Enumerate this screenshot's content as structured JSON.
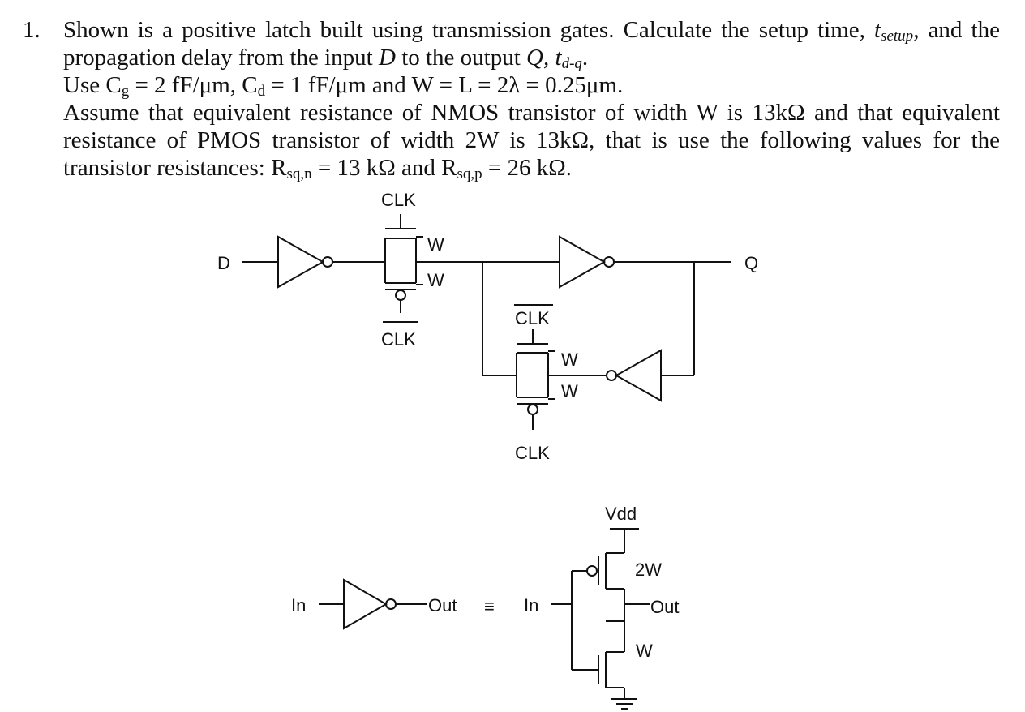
{
  "problem": {
    "number": "1.",
    "line1": "Shown is a positive latch built using transmission gates. Calculate the setup time, ",
    "t_setup": "t",
    "t_setup_sub": "setup",
    "line1_end": ", and the",
    "line2": "propagation delay from the input ",
    "var_D": "D",
    "line2_mid": " to the output ",
    "var_Q": "Q,",
    "t_dq": "t",
    "t_dq_sub": "d-q",
    "line2_end": ".",
    "line3_a": "Use C",
    "line3_g": "g",
    "line3_b": " = 2 fF/μm, C",
    "line3_d": "d",
    "line3_c": " = 1 fF/μm and W = L = 2λ = 0.25μm.",
    "line4": "Assume that equivalent resistance of NMOS transistor of width W is 13kΩ and that equivalent",
    "line5": "resistance of PMOS transistor of width 2W is 13kΩ, that is use the following values for the",
    "line6_a": "transistor resistances: R",
    "line6_sub1": "sq,n",
    "line6_b": " = 13 kΩ and  R",
    "line6_sub2": "sq,p",
    "line6_c": " = 26 kΩ."
  },
  "latch": {
    "input": "D",
    "output": "Q",
    "tg1_top_clk": "CLK",
    "tg1_bottom_clk": "CLK",
    "tg1_width_n": "W",
    "tg1_width_p": "W",
    "tg2_top_clk": "CLK",
    "tg2_bottom_clk": "CLK",
    "tg2_width_n": "W",
    "tg2_width_p": "W"
  },
  "inverter": {
    "in": "In",
    "out": "Out",
    "equiv": "≡",
    "in2": "In",
    "vdd": "Vdd",
    "pmos_width": "2W",
    "out2": "Out",
    "nmos_width": "W"
  }
}
